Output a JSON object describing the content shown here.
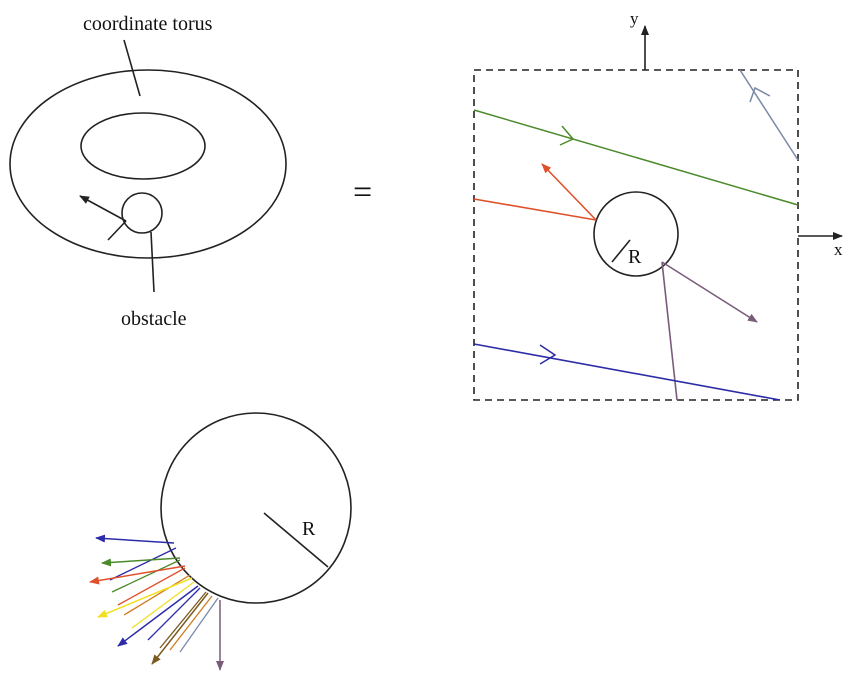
{
  "labels": {
    "torus": "coordinate torus",
    "obstacle": "obstacle",
    "equals": "=",
    "y_axis": "y",
    "x_axis": "x",
    "radius_square": "R",
    "radius_circle": "R"
  },
  "colors": {
    "outline": "#222222",
    "green": "#4a8a2a",
    "red": "#e0502a",
    "blue": "#2c2ca8",
    "purple": "#7a5c7a",
    "steel": "#7a8aa8",
    "yellow": "#f2e020",
    "orange": "#d07a20",
    "brown": "#7a5a20"
  }
}
